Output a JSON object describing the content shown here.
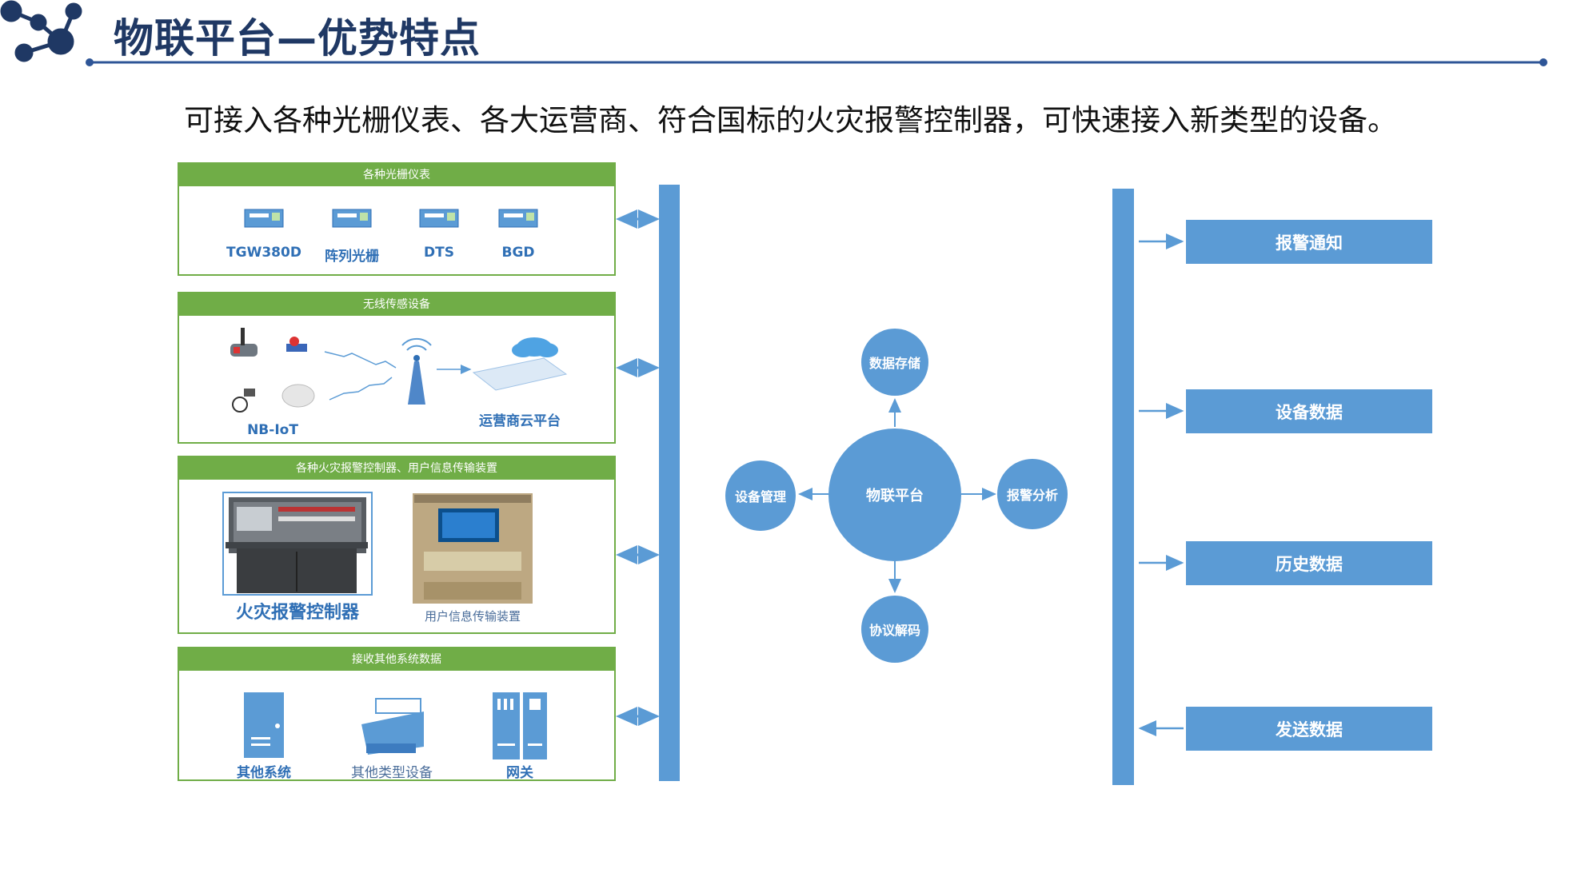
{
  "header": {
    "title": "物联平台—优势特点"
  },
  "headline": "可接入各种光栅仪表、各大运营商、符合国标的火灾报警控制器，可快速接入新类型的设备。",
  "panels": {
    "grating": {
      "title": "各种光栅仪表",
      "devices": [
        "TGW380D",
        "阵列光栅",
        "DTS",
        "BGD"
      ]
    },
    "wireless": {
      "title": "无线传感设备",
      "nbiot": "NB-IoT",
      "cloud": "运营商云平台"
    },
    "fire": {
      "title": "各种火灾报警控制器、用户信息传输装置",
      "controller": "火灾报警控制器",
      "transmitter": "用户信息传输装置"
    },
    "other": {
      "title": "接收其他系统数据",
      "items": [
        "其他系统",
        "其他类型设备",
        "网关"
      ]
    }
  },
  "platform": {
    "center": "物联平台",
    "top": "数据存储",
    "left": "设备管理",
    "right": "报警分析",
    "bottom": "协议解码"
  },
  "outputs": [
    "报警通知",
    "设备数据",
    "历史数据",
    "发送数据"
  ],
  "colors": {
    "accent_blue": "#5b9bd5",
    "panel_green": "#70ad47",
    "title_navy": "#1f3864",
    "label_blue": "#2f6fb5"
  }
}
